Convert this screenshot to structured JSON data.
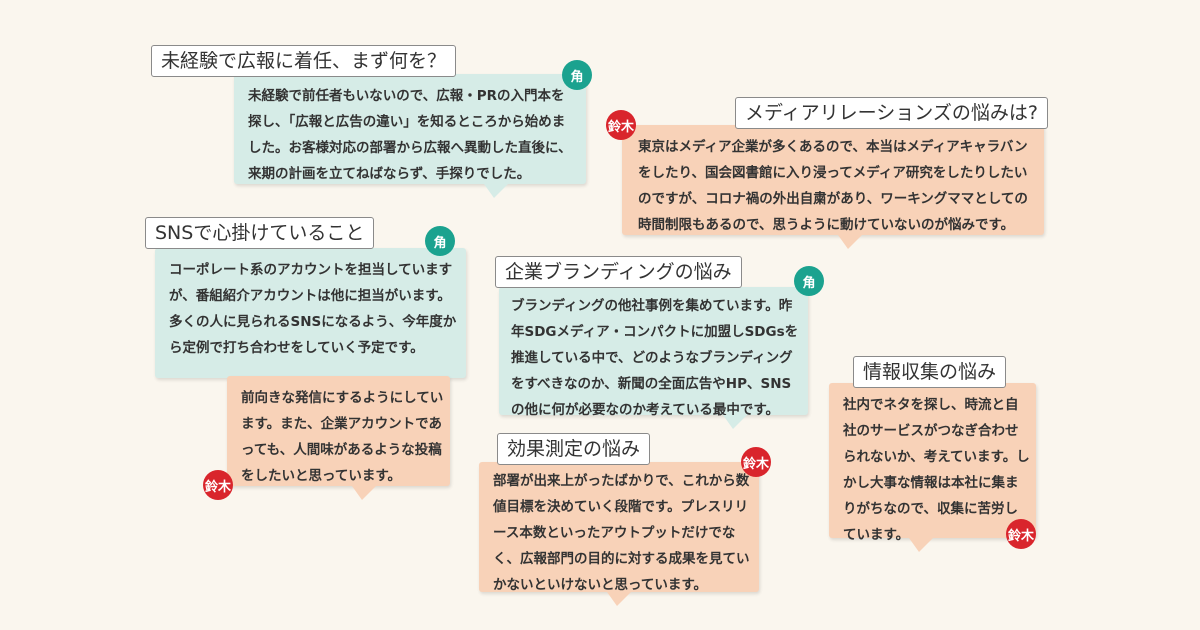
{
  "cards": [
    {
      "id": "unexperienced",
      "title": "未経験で広報に着任、まず何を？",
      "speaker": "角",
      "body": "未経験で前任者もいないので、広報・PRの入門本を探し、「広報と広告の違い」を知るところから始めました。お客様対応の部署から広報へ異動した直後に、来期の計画を立てねばならず、手探りでした。"
    },
    {
      "id": "media-relations",
      "title": "メディアリレーションズの悩みは?",
      "speaker": "鈴木",
      "body": "東京はメディア企業が多くあるので、本当はメディアキャラバンをしたり、国会図書館に入り浸ってメディア研究をしたりしたいのですが、コロナ禍の外出自粛があり、ワーキングママとしての時間制限もあるので、思うように動けていないのが悩みです。"
    },
    {
      "id": "sns",
      "title": "SNSで心掛けていること",
      "speaker": "角",
      "body": "コーポレート系のアカウントを担当していますが、番組紹介アカウントは他に担当がいます。多くの人に見られるSNSになるよう、今年度から定例で打ち合わせをしていく予定です。",
      "reply": {
        "speaker": "鈴木",
        "body": "前向きな発信にするようにしています。また、企業アカウントであっても、人間味があるような投稿をしたいと思っています。"
      }
    },
    {
      "id": "branding",
      "title": "企業ブランディングの悩み",
      "speaker": "角",
      "body": "ブランディングの他社事例を集めています。昨年SDGメディア・コンパクトに加盟しSDGsを推進している中で、どのようなブランディングをすべきなのか、新聞の全面広告やHP、SNSの他に何が必要なのか考えている最中です。"
    },
    {
      "id": "effect",
      "title": "効果測定の悩み",
      "speaker": "鈴木",
      "body": "部署が出来上がったばかりで、これから数値目標を決めていく段階です。プレスリリース本数といったアウトプットだけでなく、広報部門の目的に対する成果を見ていかないといけないと思っています。"
    },
    {
      "id": "info",
      "title": "情報収集の悩み",
      "speaker": "鈴木",
      "body": "社内でネタを探し、時流と自社のサービスがつなぎ合わせられないか、考えています。しかし大事な情報は本社に集まりがちなので、収集に苦労しています。"
    }
  ]
}
